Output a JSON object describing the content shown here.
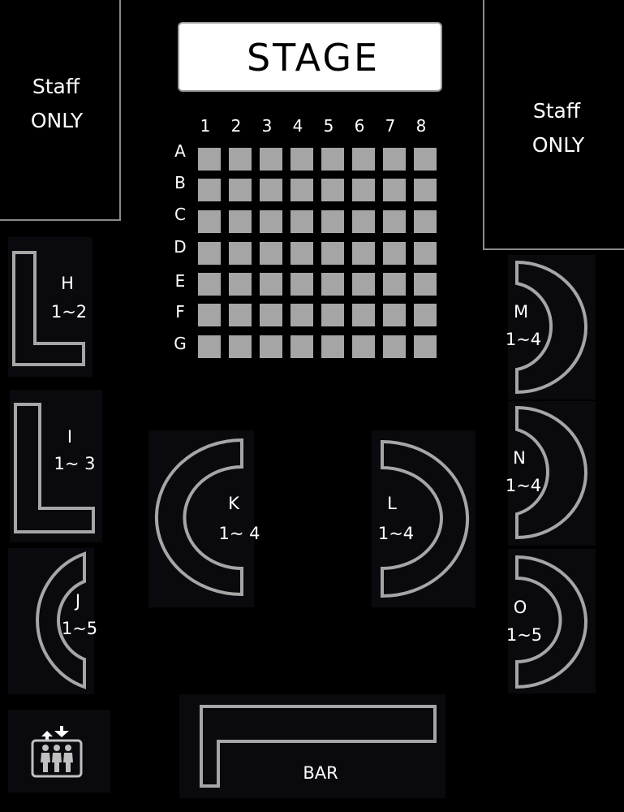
{
  "stage": {
    "label": "STAGE"
  },
  "staff_left": {
    "line1": "Staff",
    "line2": "ONLY"
  },
  "staff_right": {
    "line1": "Staff",
    "line2": "ONLY"
  },
  "grid": {
    "columns": [
      "1",
      "2",
      "3",
      "4",
      "5",
      "6",
      "7",
      "8"
    ],
    "rows": [
      "A",
      "B",
      "C",
      "D",
      "E",
      "F",
      "G"
    ]
  },
  "sections": {
    "H": {
      "name": "H",
      "range": "1~2"
    },
    "I": {
      "name": "I",
      "range": "1~ 3"
    },
    "J": {
      "name": "J",
      "range": "1~5"
    },
    "K": {
      "name": "K",
      "range": "1~ 4"
    },
    "L": {
      "name": "L",
      "range": "1~4"
    },
    "M": {
      "name": "M",
      "range": "1~4"
    },
    "N": {
      "name": "N",
      "range": "1~4"
    },
    "O": {
      "name": "O",
      "range": "1~5"
    }
  },
  "bar": {
    "label": "BAR"
  },
  "elevator": {
    "icon": "elevator-icon"
  },
  "colors": {
    "background": "#000000",
    "seat": "#a5a5a5",
    "outline": "#a6a6a6",
    "stage": "#ffffff"
  }
}
